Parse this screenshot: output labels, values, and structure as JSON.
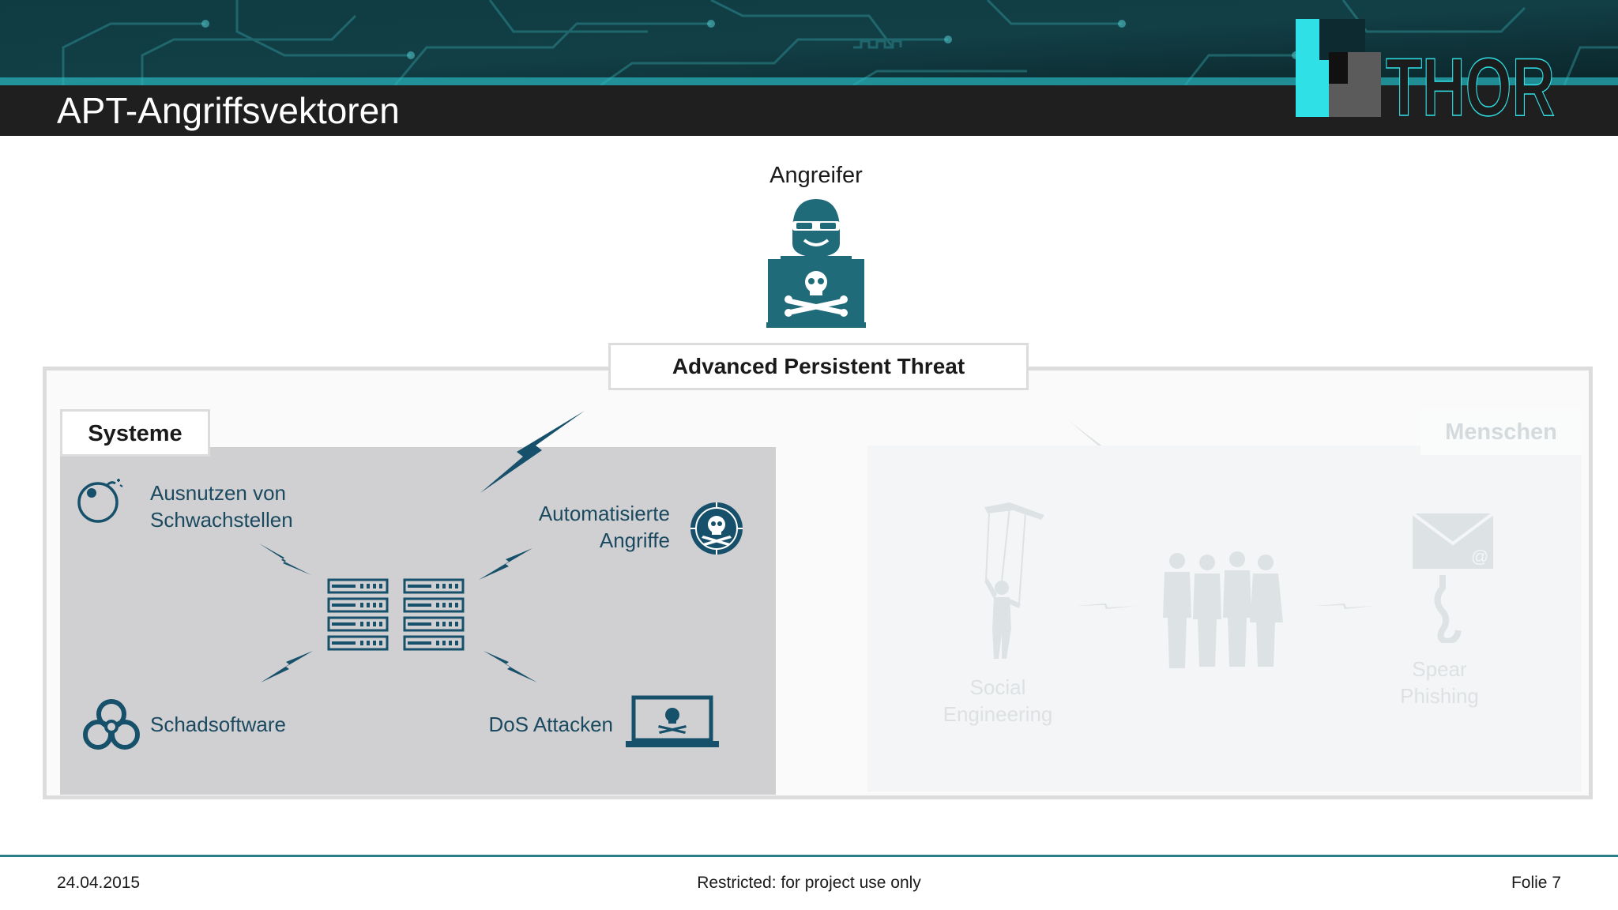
{
  "slide": {
    "title": "APT-Angriffsvektoren",
    "logo_text": "THOR"
  },
  "attacker": {
    "label": "Angreifer",
    "icon": "hacker-skull-laptop-icon"
  },
  "apt_label": "Advanced Persistent Threat",
  "systems": {
    "tab_label": "Systeme",
    "items": [
      {
        "lines": [
          "Ausnutzen von",
          "Schwachstellen"
        ],
        "icon": "bomb-icon"
      },
      {
        "lines": [
          "Automatisierte",
          "Angriffe"
        ],
        "icon": "skull-target-icon"
      },
      {
        "lines": [
          "Schadsoftware"
        ],
        "icon": "biohazard-icon"
      },
      {
        "lines": [
          "DoS Attacken"
        ],
        "icon": "skull-laptop-icon"
      }
    ],
    "center_icon": "server-rack-icon"
  },
  "people": {
    "tab_label": "Menschen",
    "items": [
      {
        "lines": [
          "Social",
          "Engineering"
        ],
        "icon": "puppet-icon"
      },
      {
        "lines": [
          "Spear",
          "Phishing"
        ],
        "icon": "email-hook-icon"
      }
    ],
    "center_icon": "people-group-icon"
  },
  "footer": {
    "date": "24.04.2015",
    "note": "Restricted: for project use only",
    "page": "Folie 7"
  },
  "colors": {
    "accent": "#1f6b7a",
    "icon": "#16506a",
    "logo_cyan": "#2fe0e6",
    "title_bar": "#1f1f1f",
    "footer_line": "#2a7f87"
  }
}
